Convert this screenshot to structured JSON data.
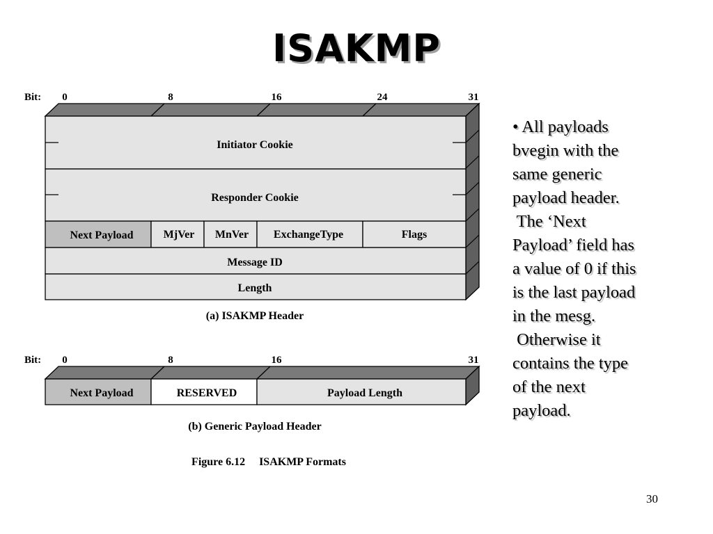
{
  "title": "ISAKMP",
  "bullet": {
    "lines": [
      "• All payloads",
      "bvegin with the",
      "same generic",
      "payload header.",
      " The ‘Next",
      "Payload’ field has",
      "a value of 0 if this",
      "is the last payload",
      "in the mesg.",
      " Otherwise it",
      "contains the type",
      "of the next",
      "payload."
    ]
  },
  "page_number": "30",
  "figure": {
    "colors": {
      "header_field": "#e4e4e4",
      "shaded_field": "#bfbfbf",
      "white_field": "#ffffff",
      "top_face": "#7a7a7a",
      "side_face": "#5f5f5f"
    },
    "header_a": {
      "bit_label": "Bit:",
      "ticks": [
        "0",
        "8",
        "16",
        "24",
        "31"
      ],
      "initiator_cookie": "Initiator Cookie",
      "responder_cookie": "Responder Cookie",
      "next_payload": "Next Payload",
      "mjver": "MjVer",
      "mnver": "MnVer",
      "exchange_type": "ExchangeType",
      "flags": "Flags",
      "message_id": "Message ID",
      "length": "Length",
      "caption": "(a) ISAKMP Header"
    },
    "header_b": {
      "bit_label": "Bit:",
      "ticks": [
        "0",
        "8",
        "16",
        "31"
      ],
      "next_payload": "Next Payload",
      "reserved": "RESERVED",
      "payload_length": "Payload Length",
      "caption": "(b) Generic Payload Header"
    },
    "figure_caption": "Figure 6.12     ISAKMP Formats"
  }
}
